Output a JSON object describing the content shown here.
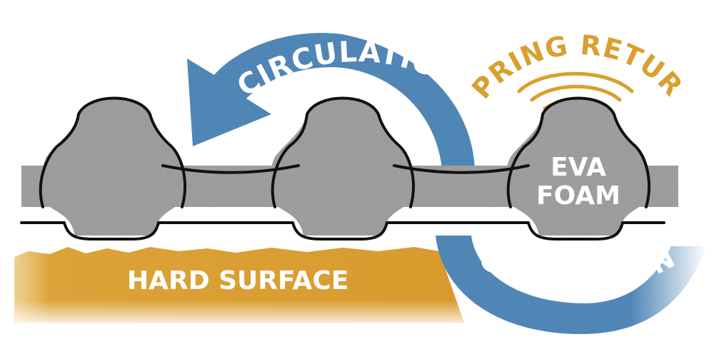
{
  "labels": {
    "circulation_top": "CIRCULATION",
    "circulation_bottom": "CIRCULATION",
    "spring_return": "SPRING RETURN",
    "eva_line1": "EVA",
    "eva_line2": "FOAM",
    "hard_surface": "HARD SURFACE"
  },
  "colors": {
    "circulation_arrow": "#4f86b6",
    "spring_return": "#d9a030",
    "hard_surface": "#dca33a",
    "foam": "#8f8f8f",
    "outline": "#111111",
    "label_light": "#ffffff"
  }
}
